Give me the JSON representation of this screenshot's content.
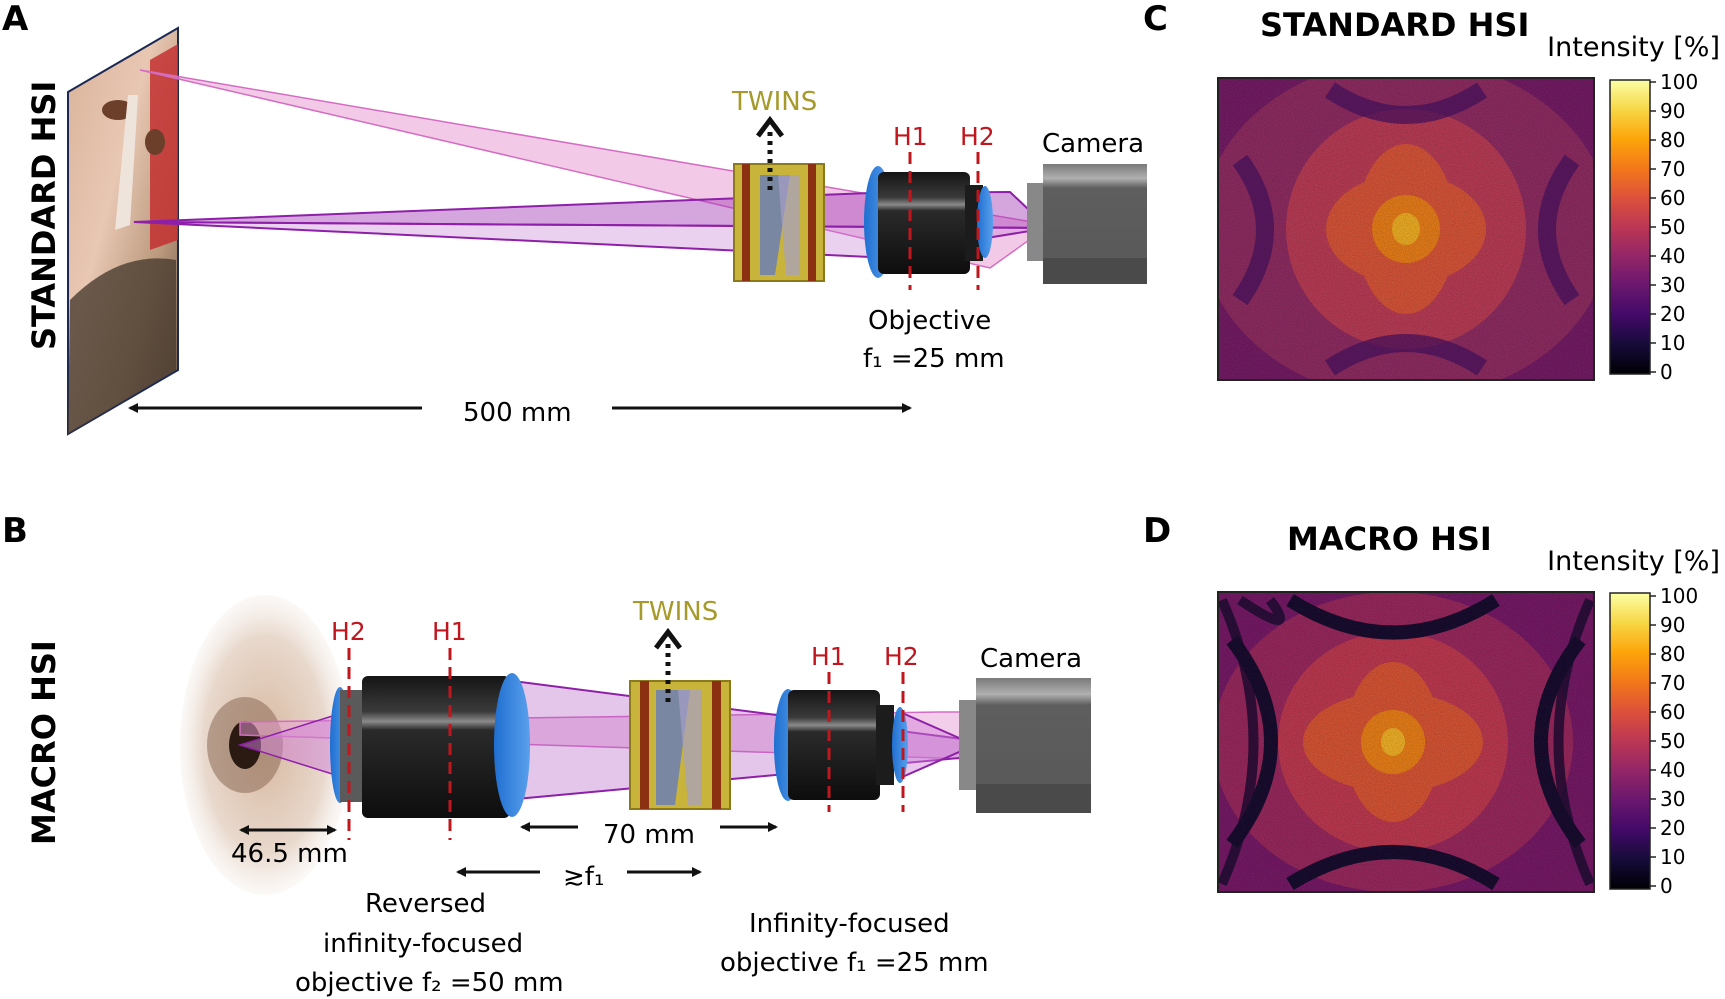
{
  "panels": {
    "a": {
      "letter": "A",
      "side_label": "STANDARD HSI",
      "twins_label": "TWINS",
      "h1": "H1",
      "h2": "H2",
      "camera_label": "Camera",
      "objective_line1": "Objective",
      "objective_line2": "f₁ =25 mm",
      "distance": "500 mm"
    },
    "b": {
      "letter": "B",
      "side_label": "MACRO HSI",
      "twins_label": "TWINS",
      "h2_left": "H2",
      "h1_left": "H1",
      "h1_right": "H1",
      "h2_right": "H2",
      "camera_label": "Camera",
      "dist_working": "46.5 mm",
      "dist_gap": "70 mm",
      "dist_focal": "≳f₁",
      "reversed_line1": "Reversed",
      "reversed_line2": "infinity-focused",
      "reversed_line3": "objective f₂ =50 mm",
      "inf_line1": "Infinity-focused",
      "inf_line2": "objective f₁ =25 mm"
    },
    "c": {
      "letter": "C",
      "title": "STANDARD HSI",
      "colorbar_label": "Intensity [%]",
      "ticks": [
        "100",
        "90",
        "80",
        "70",
        "60",
        "50",
        "40",
        "30",
        "20",
        "10",
        "0"
      ]
    },
    "d": {
      "letter": "D",
      "title": "MACRO HSI",
      "colorbar_label": "Intensity [%]",
      "ticks": [
        "100",
        "90",
        "80",
        "70",
        "60",
        "50",
        "40",
        "30",
        "20",
        "10",
        "0"
      ]
    }
  },
  "colors": {
    "h_line": "#c0161d",
    "twins_text": "#a69a2a",
    "beam_light": "#e79ed6",
    "beam_dark": "#8e1fa8",
    "colormap": "inferno"
  }
}
